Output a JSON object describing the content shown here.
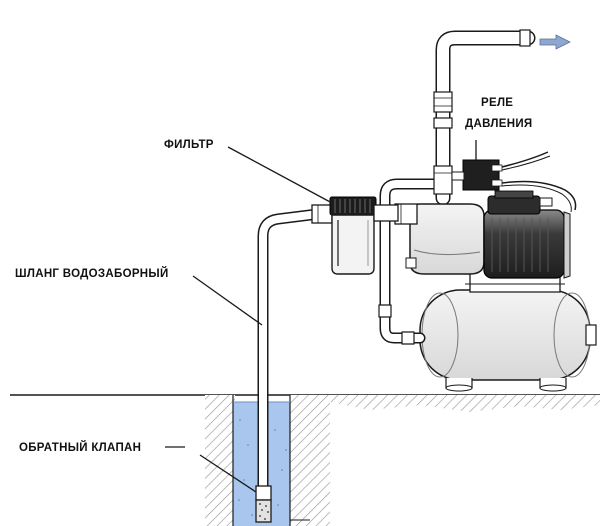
{
  "labels": {
    "relay_line1": "РЕЛЕ",
    "relay_line2": "ДАВЛЕНИЯ",
    "filter": "ФИЛЬТР",
    "hose": "ШЛАНГ  ВОДОЗАБОРНЫЙ",
    "check_valve": "ОБРАТНЫЙ КЛАПАН"
  },
  "colors": {
    "water": "#a9c6ee",
    "outline": "#1a1a1a",
    "pipe": "#ffffff",
    "motor_dark": "#2a2a2a",
    "flow_arrow": "#8fa7cf"
  }
}
